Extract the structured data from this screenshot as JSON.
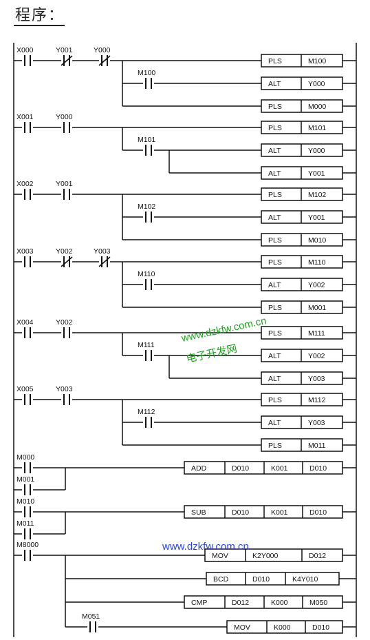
{
  "title": "程序：",
  "watermark": {
    "diag_line1": "www.dzkfw.com.cn",
    "diag_line2": "电子开发网",
    "bottom": "www.dzkfw.com.cn"
  },
  "rungs": [
    {
      "contacts": [
        {
          "label": "X000",
          "type": "NO"
        },
        {
          "label": "Y001",
          "type": "NC"
        },
        {
          "label": "Y000",
          "type": "NC"
        }
      ],
      "outputs": [
        {
          "cells": [
            "PLS",
            "M100"
          ]
        },
        {
          "contact": {
            "label": "M100",
            "type": "NO"
          },
          "cells": [
            "ALT",
            "Y000"
          ]
        },
        {
          "cells": [
            "PLS",
            "M000"
          ]
        }
      ]
    },
    {
      "contacts": [
        {
          "label": "X001",
          "type": "NO"
        },
        {
          "label": "Y000",
          "type": "NO"
        }
      ],
      "outputs": [
        {
          "cells": [
            "PLS",
            "M101"
          ]
        },
        {
          "contact": {
            "label": "M101",
            "type": "NO"
          },
          "cells": [
            "ALT",
            "Y000"
          ]
        },
        {
          "cells": [
            "ALT",
            "Y001"
          ]
        }
      ]
    },
    {
      "contacts": [
        {
          "label": "X002",
          "type": "NO"
        },
        {
          "label": "Y001",
          "type": "NO"
        }
      ],
      "outputs": [
        {
          "cells": [
            "PLS",
            "M102"
          ]
        },
        {
          "contact": {
            "label": "M102",
            "type": "NO"
          },
          "cells": [
            "ALT",
            "Y001"
          ]
        },
        {
          "cells": [
            "PLS",
            "M010"
          ]
        }
      ]
    },
    {
      "contacts": [
        {
          "label": "X003",
          "type": "NO"
        },
        {
          "label": "Y002",
          "type": "NC"
        },
        {
          "label": "Y003",
          "type": "NC"
        }
      ],
      "outputs": [
        {
          "cells": [
            "PLS",
            "M110"
          ]
        },
        {
          "contact": {
            "label": "M110",
            "type": "NO"
          },
          "cells": [
            "ALT",
            "Y002"
          ]
        },
        {
          "cells": [
            "PLS",
            "M001"
          ]
        }
      ]
    },
    {
      "contacts": [
        {
          "label": "X004",
          "type": "NO"
        },
        {
          "label": "Y002",
          "type": "NO"
        }
      ],
      "outputs": [
        {
          "cells": [
            "PLS",
            "M111"
          ]
        },
        {
          "contact": {
            "label": "M111",
            "type": "NO"
          },
          "cells": [
            "ALT",
            "Y002"
          ]
        },
        {
          "cells": [
            "ALT",
            "Y003"
          ]
        }
      ]
    },
    {
      "contacts": [
        {
          "label": "X005",
          "type": "NO"
        },
        {
          "label": "Y003",
          "type": "NO"
        }
      ],
      "outputs": [
        {
          "cells": [
            "PLS",
            "M112"
          ]
        },
        {
          "contact": {
            "label": "M112",
            "type": "NO"
          },
          "cells": [
            "ALT",
            "Y003"
          ]
        },
        {
          "cells": [
            "PLS",
            "M011"
          ]
        }
      ]
    },
    {
      "contacts": [
        {
          "label": "M000",
          "type": "NO"
        }
      ],
      "parallel": {
        "label": "M001",
        "type": "NO"
      },
      "outputs": [
        {
          "cells": [
            "ADD",
            "D010",
            "K001",
            "D010"
          ]
        }
      ]
    },
    {
      "contacts": [
        {
          "label": "M010",
          "type": "NO"
        }
      ],
      "parallel": {
        "label": "M011",
        "type": "NO"
      },
      "outputs": [
        {
          "cells": [
            "SUB",
            "D010",
            "K001",
            "D010"
          ]
        }
      ]
    },
    {
      "contacts": [
        {
          "label": "M8000",
          "type": "NO"
        }
      ],
      "outputs": [
        {
          "cells": [
            "MOV",
            "K2Y000",
            "D012"
          ]
        },
        {
          "cells": [
            "BCD",
            "D010",
            "K4Y010"
          ]
        },
        {
          "cells": [
            "CMP",
            "D012",
            "K000",
            "M050"
          ]
        },
        {
          "contact": {
            "label": "M051",
            "type": "NO"
          },
          "cells": [
            "MOV",
            "K000",
            "D010"
          ]
        }
      ]
    }
  ]
}
